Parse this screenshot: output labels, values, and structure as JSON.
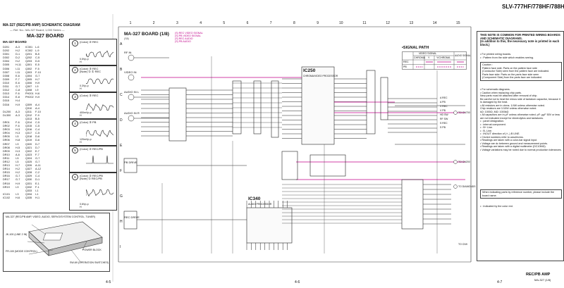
{
  "header": {
    "model": "SLV-777HF/778HF/788HF"
  },
  "left_panel": {
    "title": "MA-327 (REC/PB AMP) SCHEMATIC DIAGRAM",
    "ref": "— Ref. No.: MA-327 Board; 1,000 Series —",
    "board": "MA-327 BOARD",
    "ref_title": "MA-327 BOARD",
    "refs": [
      [
        "D201",
        "A-3",
        "IC301",
        "L-6"
      ],
      [
        "D202",
        "H-2",
        "IC302",
        "L-9"
      ],
      [
        "D301",
        "D-1",
        "Q201",
        "B-5"
      ],
      [
        "D302",
        "D-2",
        "Q202",
        "C-5"
      ],
      [
        "D304",
        "H-2",
        "Q203",
        "D-5"
      ],
      [
        "D305",
        "H-11",
        "Q301",
        "E-5"
      ],
      [
        "D306",
        "I-11",
        "Q302",
        "F-5"
      ],
      [
        "D307",
        "I-11",
        "Q303",
        "F-10"
      ],
      [
        "D308",
        "E-6",
        "Q304",
        "G-7"
      ],
      [
        "D309",
        "F-7",
        "Q305",
        "H-7"
      ],
      [
        "D310",
        "E-6",
        "Q306",
        "H-9"
      ],
      [
        "D311",
        "G-7",
        "Q307",
        "I-9"
      ],
      [
        "D312",
        "C-8",
        "Q308",
        "I-9"
      ],
      [
        "D313",
        "F-6",
        "PH201",
        "H-6"
      ],
      [
        "D314",
        "E-8",
        "PH202",
        "H-9"
      ],
      [
        "D315",
        "H-4",
        "",
        ""
      ],
      [
        "D316",
        "H-9",
        "Q309",
        "A-4"
      ],
      [
        "",
        "",
        "Q310",
        "A-4"
      ],
      [
        "DL200",
        "A-3",
        "Q311",
        "F-10"
      ],
      [
        "DL300",
        "A-3",
        "Q312",
        "F-9"
      ],
      [
        "",
        "",
        "Q313",
        "B-5"
      ],
      [
        "DR01",
        "F-6",
        "Q314",
        "C-5"
      ],
      [
        "DR02",
        "F-6",
        "Q315",
        "C-5"
      ],
      [
        "DR03",
        "H-3",
        "Q316",
        "C-4"
      ],
      [
        "DR04",
        "H-3",
        "Q317",
        "C-5"
      ],
      [
        "DR05",
        "I-5",
        "Q318",
        "D-6"
      ],
      [
        "DR06",
        "H-8",
        "Q319",
        "D-6"
      ],
      [
        "DR07",
        "I-9",
        "Q320",
        "D-7"
      ],
      [
        "DR08",
        "H-5",
        "Q321",
        "D-7"
      ],
      [
        "DR09",
        "H-3",
        "Q322",
        "E-7"
      ],
      [
        "DR10",
        "A-6",
        "Q323",
        "F-7"
      ],
      [
        "DR11",
        "I-5",
        "Q324",
        "G-7"
      ],
      [
        "DR12",
        "I-5",
        "Q325",
        "G-7"
      ],
      [
        "DR13",
        "H-7",
        "Q326",
        "A-11"
      ],
      [
        "DR14",
        "H-2",
        "Q327",
        "A-12"
      ],
      [
        "DR15",
        "H-2",
        "Q328",
        "C-2"
      ],
      [
        "DR16",
        "G-7",
        "Q329",
        "C-4"
      ],
      [
        "DR17",
        "G-7",
        "Q330",
        "D-1"
      ],
      [
        "DR18",
        "H-9",
        "Q331",
        "E-1"
      ],
      [
        "DR19",
        "I-9",
        "Q332",
        "F-1"
      ],
      [
        "",
        "",
        "Q333",
        "I-1"
      ],
      [
        "IC101",
        "I-3",
        "Q334",
        "I-1"
      ],
      [
        "IC102",
        "H-6",
        "Q335",
        "H-1"
      ]
    ]
  },
  "waveforms": [
    {
      "num": "1",
      "label": "(Color) ② REC",
      "v": "0.5Vp-p\nH"
    },
    {
      "num": "2",
      "label": "(Color) ③ REC\n(Note) ① ① REC",
      "v": "0.3Vp-p\nH"
    },
    {
      "num": "3",
      "label": "(Color) ③ REC",
      "v": "400mVp-p\nH"
    },
    {
      "num": "4",
      "label": "(Color) ③ PB",
      "v": "120mVp-p\nH"
    },
    {
      "num": "5",
      "label": "(Color) ② REC/PB",
      "v": ""
    },
    {
      "num": "6",
      "label": "(Color) ② REC/PB\n(Note) ① REC/PB",
      "v": "0.6Vp-p\nH"
    }
  ],
  "location": {
    "labels": [
      "MA-327\n(REC/PB AMP, VIDEO, AUDIO,\nSERVO/SYSTEM CONTROL,\nTUNER)",
      "JK-100\n(LINE 2 IN)",
      "FR-100\n(MODE CONTROL)",
      "POWER BLOCK",
      "SW-69\n(OPERATION SWITCHES)"
    ]
  },
  "board": {
    "title": "MA-327 BOARD (1/8)",
    "ref": "(S8)",
    "magenta": "(S) REC VIDEO SIGNAL\n(S) PB VIDEO SIGNAL\n(S) REC AUDIO\n(S) PB AUDIO",
    "columns": [
      "1",
      "2",
      "3",
      "4",
      "5",
      "6",
      "7",
      "8",
      "9",
      "10",
      "11",
      "12",
      "13",
      "14",
      "15"
    ],
    "rows": [
      "A",
      "B",
      "C",
      "D",
      "E",
      "F",
      "G",
      "H",
      "I"
    ],
    "ic250": "IC250",
    "ic250_sub": "CHROMA/VIDEO PROCESSOR",
    "ic340": "IC340",
    "ic340_sub": "AUDIO PROCESSOR",
    "left_connectors": [
      "RF IN",
      "VIDEO IN",
      "AUDIO IN L",
      "AUDIO IN R",
      "PB DRIVE",
      "REC DRIVE"
    ],
    "right_connectors": [
      "TO CN700",
      "TO CN200",
      "TO DIAMONDS",
      "TO CN9"
    ],
    "right_pins": [
      "A REC",
      "A PB",
      "V REC",
      "V PB",
      "HD SW",
      "RF SW",
      "S REC",
      "S PB"
    ],
    "page_left": "4-5",
    "page_center": "4-6",
    "page_right": "4-7"
  },
  "signal_path": {
    "title": "•SIGNAL PATH",
    "header": [
      "",
      "VIDEO SIGNAL",
      ""
    ],
    "cols": [
      "CHROMA",
      "Y",
      "Y/CHROMA",
      "AUDIO SIGNAL"
    ],
    "rows": [
      "REC",
      "PB"
    ]
  },
  "notes": {
    "head": "THIS NOTE IS COMMON FOR PRINTED WIRING BOARDS AND SCHEMATIC DIAGRAMS.\n(In addition to this, the necessary note is printed in each block.)",
    "pwb": "• For printed wiring boards.\n• : Pattern from the side which enables seeing.",
    "caution": "Caution :\nPattern face side: Parts on the pattern face side\n(Conductor Side) seen from the pattern face are indicated.\nParts face side: Parts on the parts face side seen\n(Component Side) from the parts face are indicated.",
    "sch": "• For schematic diagrams.\n• Caution when replacing chip parts.\n New parts must be attached after removal of chip.\n Be careful not to heat the minus side of tantalum capacitor, because it is damaged by the heat.\n• All resistors are in ohms. 1/4W unless otherwise noted.\n Chip resistors are 1/10W unless otherwise noted.\n kΩ: 1000Ω, MΩ: 1000kΩ\n• All capacitors are in μF unless otherwise noted. pF: μμF 50V or less are not indicated except for electrolytics and tantalums.\n• : panel designation.\n• : internal component.\n• : B+ Line.\n• : B- Line.\n• : INOUT direction of (+,-) B LINE.\n• Circled numbers refer to waveforms.\n• Readings are taken with a color-bar signal input.\n• Voltage are dc between ground and measurement points.\n• Readings are taken with a digital multimeter (DC10MΩ).\n• Voltage variations may be noted due to normal production tolerances.",
    "indicate": "When indicating parts by reference number, please include the board name.",
    "colored": "• : Indicated by the color red."
  },
  "footer": {
    "title": "REC/PB AMP",
    "sub": "MA-327 (1/8)"
  }
}
